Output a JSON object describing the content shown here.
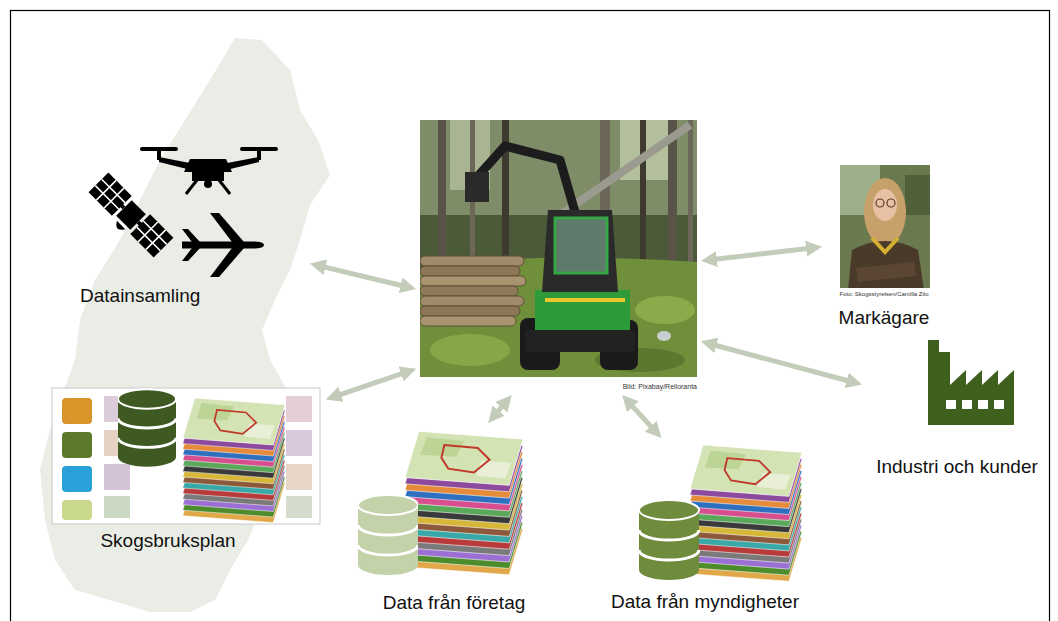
{
  "diagram": {
    "nodes": [
      {
        "text": [
          "Datainsamling"
        ]
      },
      {
        "text": [
          "Bild: Pixabay/Reiloranta"
        ]
      },
      {
        "text": [
          "Foto: Skogsstyrelsen/Camilla Zilo",
          "Markägare"
        ]
      },
      {
        "text": [
          "Skogsbruksplan"
        ]
      },
      {
        "text": [
          "Industri och kunder"
        ]
      },
      {
        "text": [
          "Data från företag"
        ]
      },
      {
        "text": [
          "Data från myndigheter"
        ]
      }
    ],
    "edges": [
      {
        "from": 0,
        "to": 1,
        "arrow": "both"
      },
      {
        "from": 1,
        "to": 2,
        "arrow": "both"
      },
      {
        "from": 3,
        "to": 1,
        "arrow": "both"
      },
      {
        "from": 1,
        "to": 4,
        "arrow": "both"
      },
      {
        "from": 5,
        "to": 1,
        "arrow": "both"
      },
      {
        "from": 6,
        "to": 1,
        "arrow": "both"
      }
    ]
  }
}
